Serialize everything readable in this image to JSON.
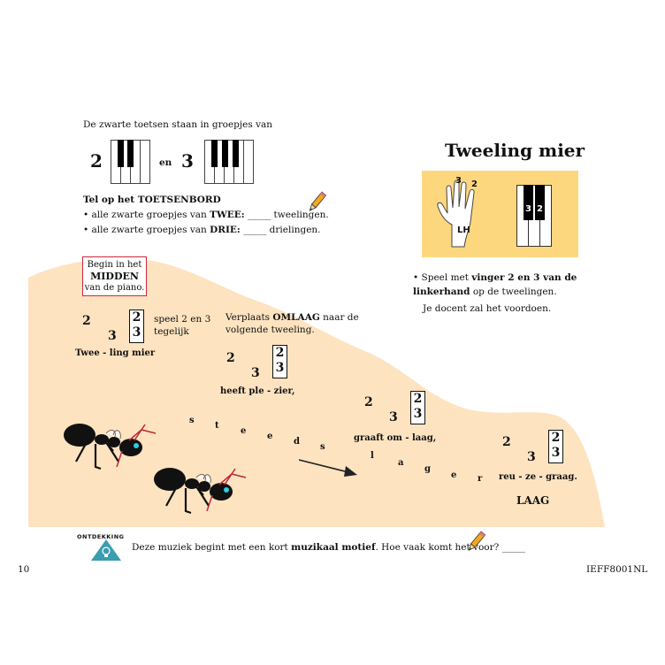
{
  "intro": {
    "sentence": "De zwarte toetsen staan in groepjes van",
    "num_two": "2",
    "and": "en",
    "num_three": "3"
  },
  "count": {
    "heading": "Tel op het TOETSENBORD",
    "line1_pre": "alle zwarte groepjes van ",
    "line1_bold": "TWEE:",
    "line1_blank": "_____",
    "line1_post": " tweelingen.",
    "line2_pre": "alle zwarte groepjes van ",
    "line2_bold": "DRIE:",
    "line2_blank": "_____",
    "line2_post": " drielingen."
  },
  "right_panel": {
    "title": "Tweeling mier",
    "finger3": "3",
    "finger2": "2",
    "hand_label": "LH",
    "key3": "3",
    "key2": "2",
    "instr_pre": "Speel met ",
    "instr_bold": "vinger 2 en 3 van de linkerhand",
    "instr_post": " op de tweelingen.",
    "teacher": "Je docent zal het voordoen.",
    "colors": {
      "panel": "#fdd77e",
      "hill": "#fde3c0"
    }
  },
  "start_box": {
    "line1": "Begin in het",
    "line2": "MIDDEN",
    "line3": "van de piano."
  },
  "music": {
    "g1": {
      "n2": "2",
      "n3": "3",
      "box_top": "2",
      "box_bottom": "3"
    },
    "g1_note1": "speel 2 en 3",
    "g1_note2": "tegelijk",
    "lyric1": "Twee - ling  mier",
    "move1": "Verplaats ",
    "move_bold": "OMLAAG",
    "move2": " naar de",
    "move3": "volgende tweeling.",
    "g2": {
      "n2": "2",
      "n3": "3",
      "box_top": "2",
      "box_bottom": "3"
    },
    "lyric2": "heeft  ple - zier,",
    "steeds": [
      "s",
      "t",
      "e",
      "e",
      "d",
      "s"
    ],
    "g3": {
      "n2": "2",
      "n3": "3",
      "box_top": "2",
      "box_bottom": "3"
    },
    "lyric3": "graaft  om - laag,",
    "lager": [
      "l",
      "a",
      "g",
      "e",
      "r"
    ],
    "g4": {
      "n2": "2",
      "n3": "3",
      "box_top": "2",
      "box_bottom": "3"
    },
    "lyric4": "reu - ze - graag.",
    "laag": "LAAG"
  },
  "discovery": {
    "badge": "ONTDEKKING",
    "text_pre": "Deze muziek begint met een kort ",
    "text_bold": "muzikaal motief",
    "text_post": ". Hoe vaak komt het voor?",
    "blank": "_____"
  },
  "footer": {
    "page_number": "10",
    "code": "IEFF8001NL"
  },
  "icons": [
    "pencil-icon",
    "ant-icon",
    "arrow-icon",
    "hand-icon",
    "lightbulb-icon"
  ]
}
